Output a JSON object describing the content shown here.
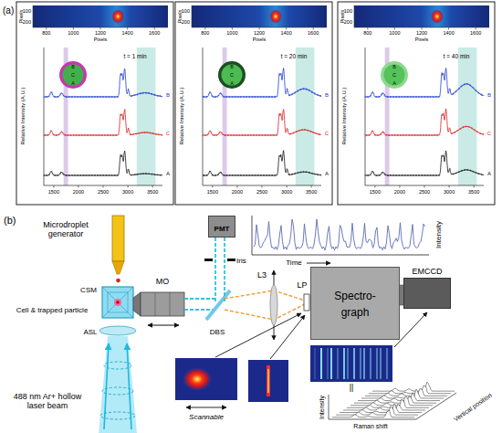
{
  "diagram": {
    "nodes": [
      {
        "text": [
          "PMT"
        ]
      },
      {
        "text": [
          "Spectro-graph"
        ]
      },
      {
        "text": [
          "EMCCD"
        ]
      }
    ],
    "labels": [
      "(a)",
      "Pixels",
      "Pixels",
      "100",
      "200",
      "800",
      "1000",
      "1200",
      "1400",
      "1600",
      "Relative Intensity (A.U.)",
      "1500",
      "2000",
      "2500",
      "3000",
      "3500",
      "t = 1 min",
      "B",
      "C",
      "A",
      "B",
      "C",
      "A",
      "Pixels",
      "Pixels",
      "100",
      "200",
      "800",
      "1000",
      "1200",
      "1400",
      "1600",
      "Relative Intensity (A.U.)",
      "1500",
      "2000",
      "2500",
      "3000",
      "3500",
      "t = 20 min",
      "B",
      "C",
      "A",
      "B",
      "C",
      "A",
      "Pixels",
      "Pixels",
      "100",
      "200",
      "800",
      "1000",
      "1200",
      "1400",
      "1600",
      "Relative Intensity (A.U.)",
      "1500",
      "2000",
      "2500",
      "3000",
      "3500",
      "t = 40 min",
      "B",
      "C",
      "A",
      "B",
      "C",
      "A",
      "(b)",
      "Microdroplet generator",
      "CSM",
      "Cell & trapped particle",
      "ASL",
      "488 nm Ar+ hollow laser beam",
      "MO",
      "DBS",
      "Iris",
      "Intensity",
      "Time",
      "L3",
      "LP",
      "Scannable",
      "||",
      "Intensity",
      "Raman shift",
      "Vertical position"
    ]
  }
}
